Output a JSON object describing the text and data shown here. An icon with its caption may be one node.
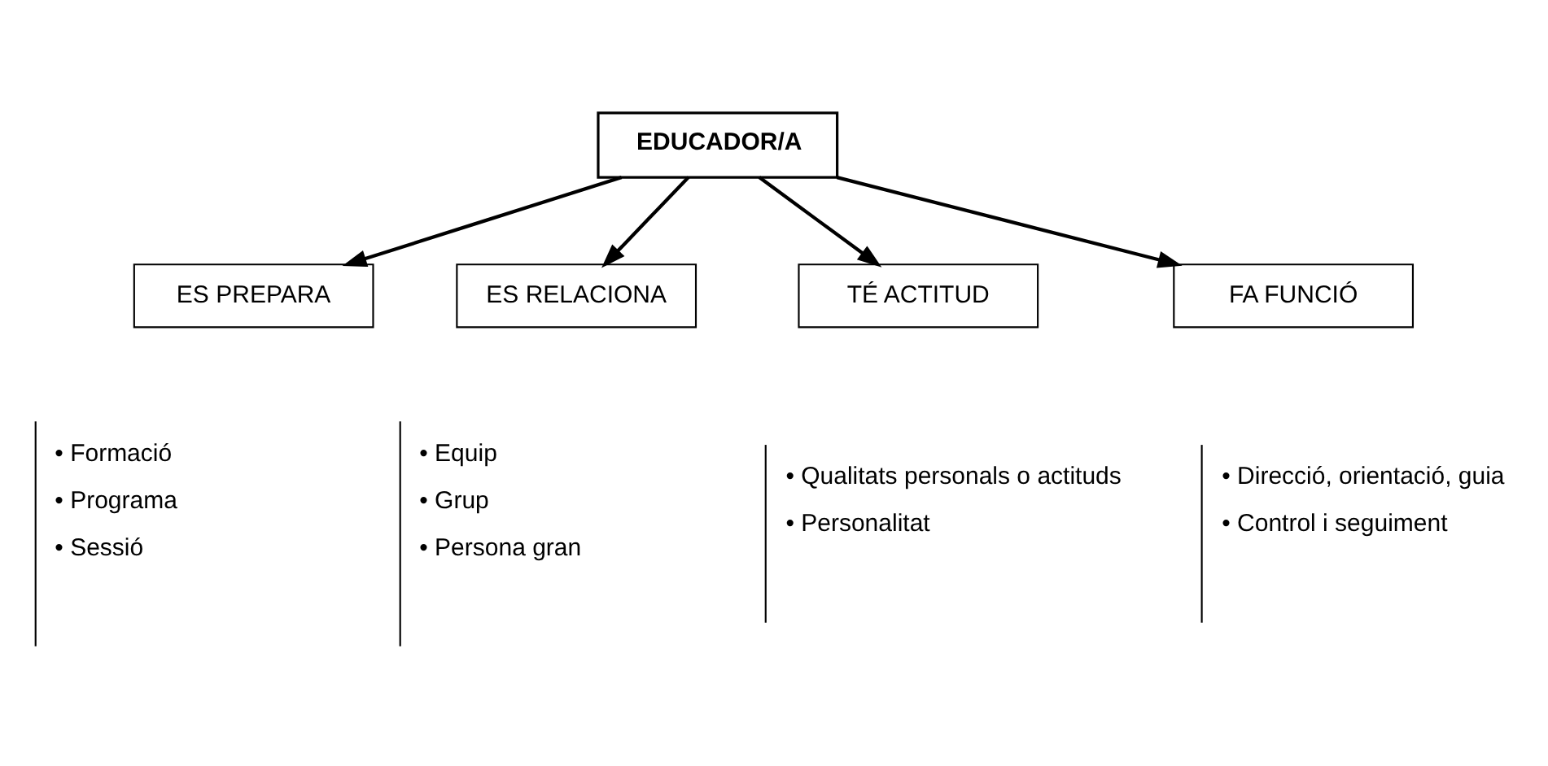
{
  "diagram": {
    "nodes": [
      {
        "text": [
          "EDUCADOR/A"
        ]
      },
      {
        "text": [
          "ES PREPARA"
        ]
      },
      {
        "text": [
          "ES RELACIONA"
        ]
      },
      {
        "text": [
          "TÉ ACTITUD"
        ]
      },
      {
        "text": [
          "FA FUNCIÓ"
        ]
      },
      {
        "text": [
          "• Formació",
          "• Programa",
          "• Sessió"
        ]
      },
      {
        "text": [
          "• Equip",
          "• Grup",
          "• Persona gran"
        ]
      },
      {
        "text": [
          "• Qualitats personals o actituds",
          "• Personalitat"
        ]
      },
      {
        "text": [
          "• Direcció, orientació, guia",
          "• Control i seguiment"
        ]
      }
    ],
    "edges": [
      {
        "from": 0,
        "to": 1,
        "arrow": "to"
      },
      {
        "from": 0,
        "to": 2,
        "arrow": "to"
      },
      {
        "from": 0,
        "to": 3,
        "arrow": "to"
      },
      {
        "from": 0,
        "to": 4,
        "arrow": "to"
      }
    ]
  }
}
